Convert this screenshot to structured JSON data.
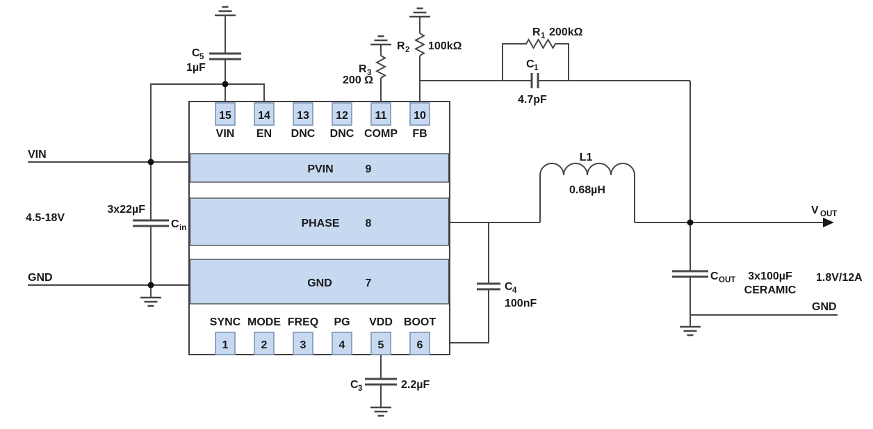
{
  "colors": {
    "pin_fill": "#c6d9f0",
    "pin_border": "#7d93b5",
    "wire": "#474747",
    "text": "#1a1a1a",
    "background": "#ffffff"
  },
  "ic": {
    "top_pins": [
      {
        "num": "15",
        "label": "VIN"
      },
      {
        "num": "14",
        "label": "EN"
      },
      {
        "num": "13",
        "label": "DNC"
      },
      {
        "num": "12",
        "label": "DNC"
      },
      {
        "num": "11",
        "label": "COMP"
      },
      {
        "num": "10",
        "label": "FB"
      }
    ],
    "power_bars": [
      {
        "label": "PVIN",
        "num": "9"
      },
      {
        "label": "PHASE",
        "num": "8"
      },
      {
        "label": "GND",
        "num": "7"
      }
    ],
    "bottom_pins": [
      {
        "num": "1",
        "label": "SYNC"
      },
      {
        "num": "2",
        "label": "MODE"
      },
      {
        "num": "3",
        "label": "FREQ"
      },
      {
        "num": "4",
        "label": "PG"
      },
      {
        "num": "5",
        "label": "VDD"
      },
      {
        "num": "6",
        "label": "BOOT"
      }
    ]
  },
  "input": {
    "rail_label": "VIN",
    "voltage_range": "4.5-18V",
    "gnd_label": "GND",
    "cin_ref": "C",
    "cin_sub": "in",
    "cin_value": "3x22µF"
  },
  "components": {
    "c5": {
      "ref": "C",
      "sub": "5",
      "value": "1µF"
    },
    "r3": {
      "ref": "R",
      "sub": "3",
      "value": "200 Ω"
    },
    "r2": {
      "ref": "R",
      "sub": "2",
      "value": "100kΩ"
    },
    "r1": {
      "ref": "R",
      "sub": "1",
      "value": "200kΩ"
    },
    "c1": {
      "ref": "C",
      "sub": "1",
      "value": "4.7pF"
    },
    "l1": {
      "ref": "L1",
      "value": "0.68µH"
    },
    "c4": {
      "ref": "C",
      "sub": "4",
      "value": "100nF"
    },
    "c3": {
      "ref": "C",
      "sub": "3",
      "value": "2.2µF"
    },
    "cout": {
      "ref": "C",
      "sub": "OUT",
      "value": "3x100µF",
      "material": "CERAMIC"
    }
  },
  "output": {
    "vout_ref": "V",
    "vout_sub": "OUT",
    "rating": "1.8V/12A",
    "gnd_label": "GND"
  }
}
